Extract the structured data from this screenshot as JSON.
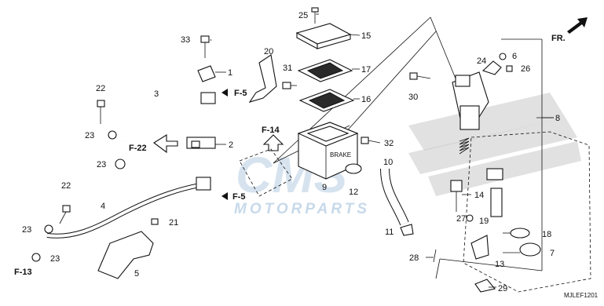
{
  "diagram": {
    "direction_label": "FR.",
    "drawing_code": "MJLEF1201",
    "watermark": {
      "brand": "CMS",
      "sub": "MOTORPARTS"
    },
    "part_numbers": [
      "1",
      "2",
      "3",
      "4",
      "5",
      "6",
      "7",
      "8",
      "9",
      "10",
      "11",
      "12",
      "13",
      "14",
      "15",
      "16",
      "17",
      "18",
      "19",
      "20",
      "21",
      "22",
      "22",
      "23",
      "23",
      "23",
      "23",
      "24",
      "25",
      "26",
      "27",
      "28",
      "29",
      "30",
      "31",
      "32",
      "33"
    ],
    "references": [
      "F-5",
      "F-5",
      "F-14",
      "F-22",
      "F-13"
    ]
  }
}
